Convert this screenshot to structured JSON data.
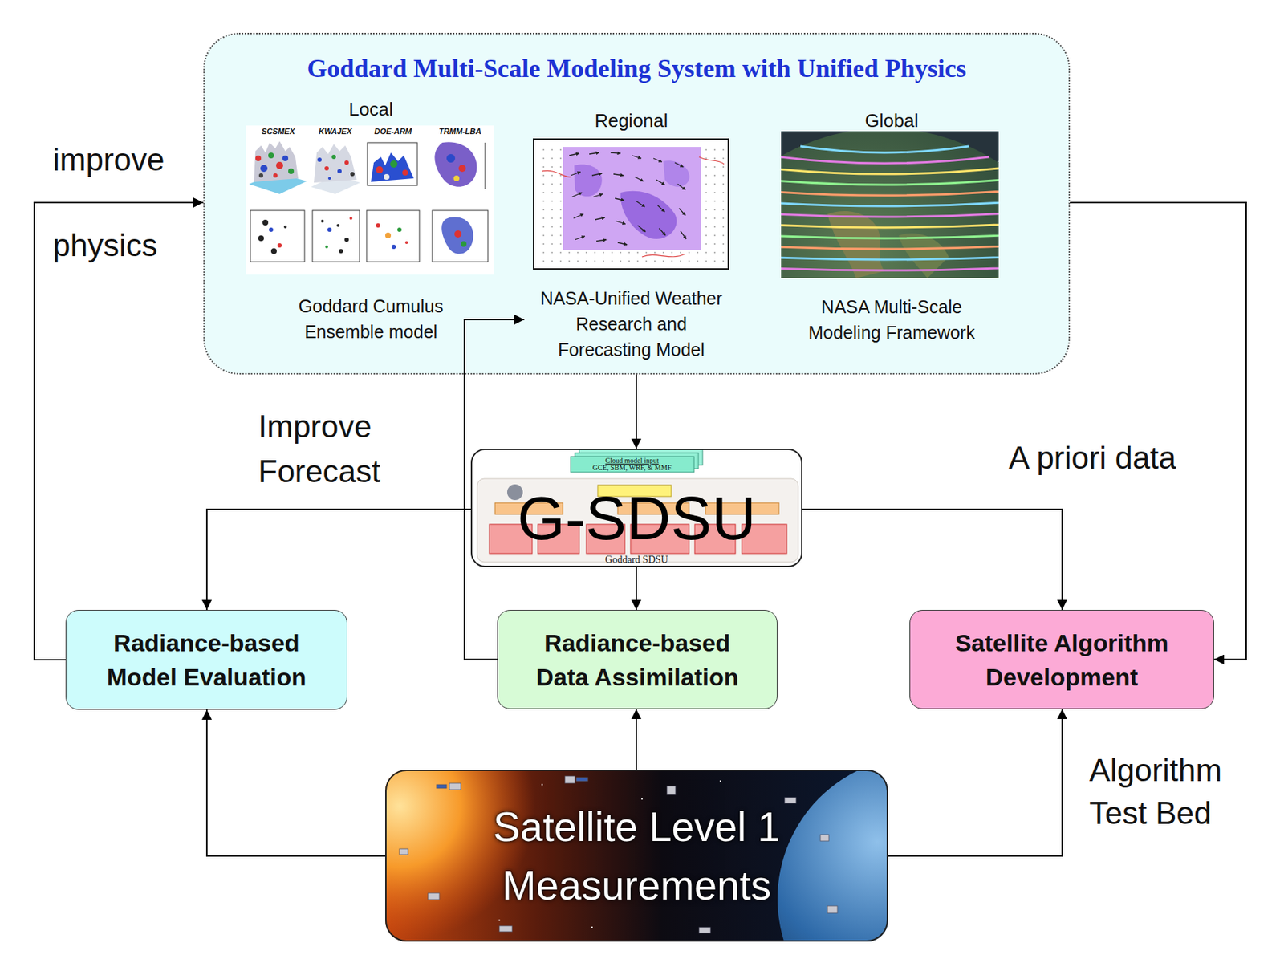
{
  "diagram": {
    "nodes": [
      {
        "text": [
          "Goddard Multi-Scale Modeling System with Unified Physics"
        ]
      },
      {
        "text": [
          "Local",
          "Goddard Cumulus Ensemble model"
        ],
        "in": 0
      },
      {
        "text": [
          "Regional",
          "NASA-Unified Weather Research and Forecasting Model"
        ],
        "in": 0
      },
      {
        "text": [
          "Global",
          "NASA Multi-Scale Modeling Framework"
        ],
        "in": 0
      },
      {
        "text": [
          "G-SDSU",
          "Goddard SDSU"
        ]
      },
      {
        "text": [
          "Radiance-based Model Evaluation"
        ]
      },
      {
        "text": [
          "Radiance-based Data Assimilation"
        ]
      },
      {
        "text": [
          "Satellite Algorithm Development"
        ]
      },
      {
        "text": [
          "Satellite Level 1 Measurements"
        ]
      }
    ],
    "edges": [
      {
        "from": 5,
        "to": 0,
        "label": "improve physics",
        "arrow": "to"
      },
      {
        "from": 6,
        "to": 2,
        "label": "Improve Forecast",
        "arrow": "to"
      },
      {
        "from": 0,
        "to": 4,
        "arrow": "to"
      },
      {
        "from": 4,
        "to": 5,
        "arrow": "to"
      },
      {
        "from": 4,
        "to": 6,
        "arrow": "to"
      },
      {
        "from": 4,
        "to": 7,
        "arrow": "to"
      },
      {
        "from": 0,
        "to": 7,
        "label": "A priori data",
        "arrow": "to"
      },
      {
        "from": 8,
        "to": 5,
        "arrow": "to"
      },
      {
        "from": 8,
        "to": 6,
        "arrow": "to"
      },
      {
        "from": 8,
        "to": 7,
        "label": "Algorithm Test Bed",
        "arrow": "to"
      }
    ],
    "labels": [
      "SCSMEX",
      "KWAJEX",
      "DOE-ARM",
      "TRMM-LBA",
      "Cloud model input",
      "GCE, SBM, WRF, & MMF"
    ]
  }
}
